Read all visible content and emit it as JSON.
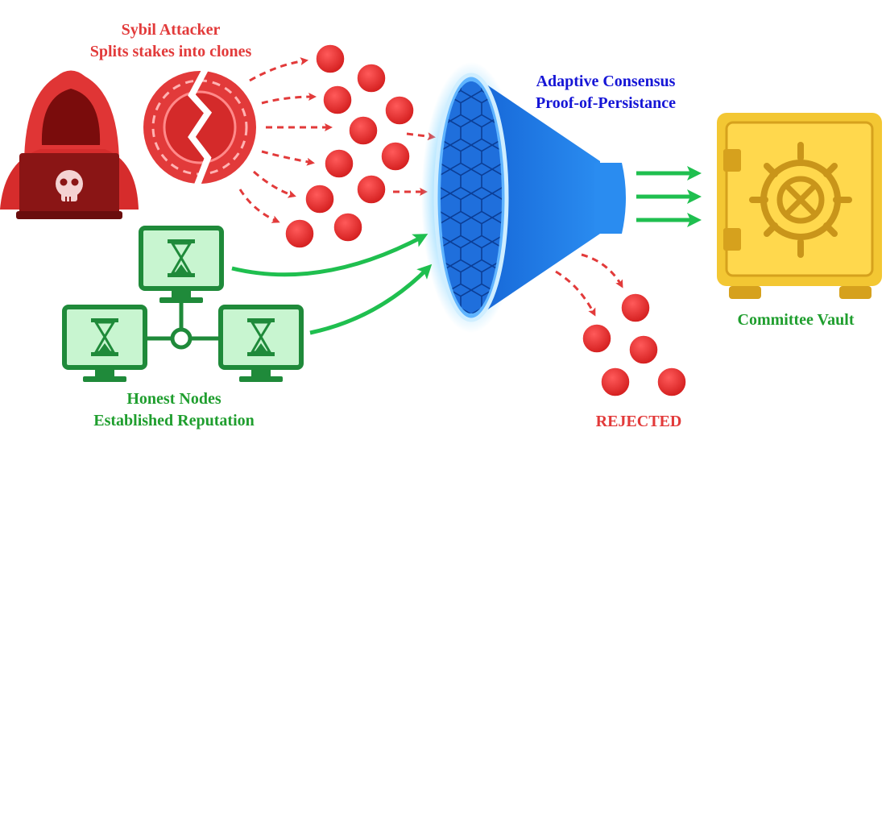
{
  "attacker": {
    "title": "Sybil Attacker",
    "subtitle": "Splits stakes into clones",
    "color": "#e23a3a",
    "icons": [
      "hooded-hacker-icon",
      "skull-icon",
      "split-coin-icon",
      "clone-coin-icon"
    ]
  },
  "consensus": {
    "title": "Adaptive Consensus",
    "subtitle": "Proof-of-Persistance",
    "color": "#1515d6",
    "icons": [
      "funnel-icon"
    ]
  },
  "vault": {
    "title": "Committee Vault",
    "color": "#1f9e2e",
    "icons": [
      "safe-vault-icon"
    ]
  },
  "honest": {
    "title": "Honest Nodes",
    "subtitle": "Established Reputation",
    "color": "#1f9e2e",
    "icons": [
      "monitor-hourglass-icon"
    ]
  },
  "rejected": {
    "label": "REJECTED",
    "color": "#e23a3a",
    "icons": [
      "rejected-coin-icon"
    ]
  }
}
